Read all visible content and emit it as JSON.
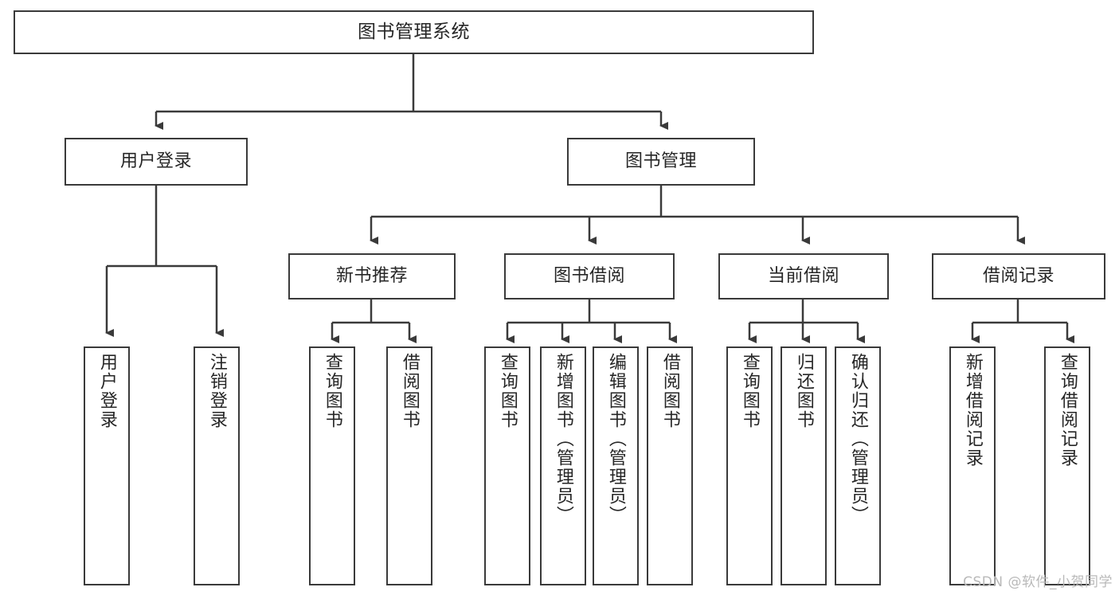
{
  "diagram": {
    "type": "tree-hierarchy",
    "title": "图书管理系统",
    "watermark": "CSDN @软件_小贺同学",
    "colors": {
      "box_border": "#3a3a3a",
      "box_fill": "#ffffff",
      "connector": "#3a3a3a",
      "text": "#262626",
      "watermark": "#b9b9b9"
    },
    "nodes": {
      "root": {
        "label": "图书管理系统"
      },
      "level2": [
        {
          "label": "用户登录"
        },
        {
          "label": "图书管理"
        }
      ],
      "level3": [
        {
          "label": "新书推荐"
        },
        {
          "label": "图书借阅"
        },
        {
          "label": "当前借阅"
        },
        {
          "label": "借阅记录"
        }
      ],
      "leaves": {
        "user_login": [
          {
            "label": "用户登录"
          },
          {
            "label": "注销登录"
          }
        ],
        "new_book_recommend": [
          {
            "label": "查询图书"
          },
          {
            "label": "借阅图书"
          }
        ],
        "book_borrow": [
          {
            "label": "查询图书"
          },
          {
            "label": "新增图书（管理员）"
          },
          {
            "label": "编辑图书（管理员）"
          },
          {
            "label": "借阅图书"
          }
        ],
        "current_borrow": [
          {
            "label": "查询图书"
          },
          {
            "label": "归还图书"
          },
          {
            "label": "确认归还（管理员）"
          }
        ],
        "borrow_record": [
          {
            "label": "新增借阅记录"
          },
          {
            "label": "查询借阅记录"
          }
        ]
      }
    }
  }
}
